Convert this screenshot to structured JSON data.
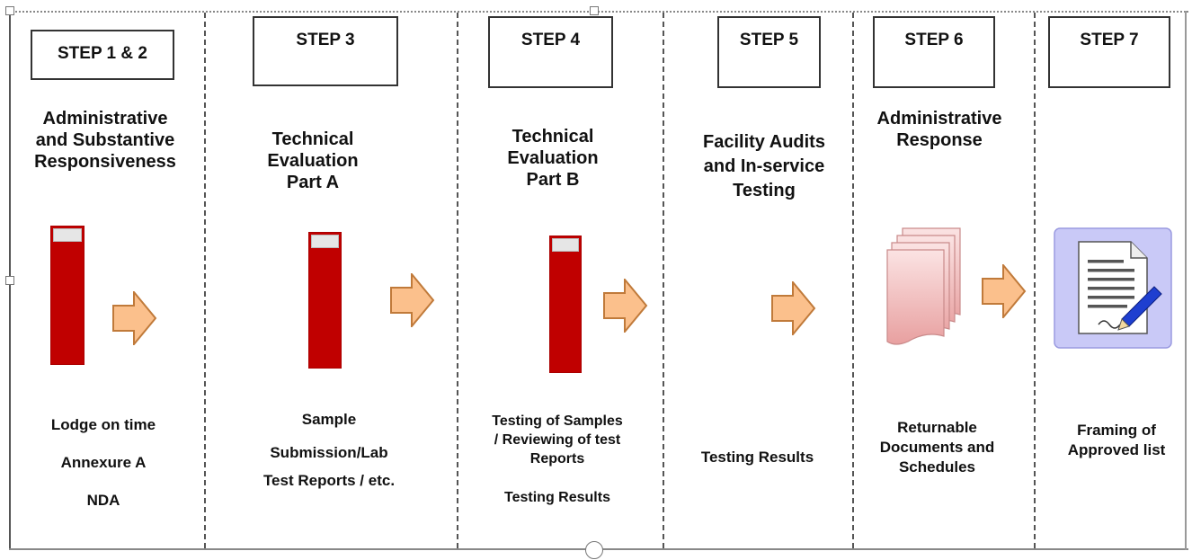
{
  "colors": {
    "tube": "#c00000",
    "arrow_fill": "#fbc08c",
    "arrow_stroke": "#c07a3a",
    "doc_fill": "#f5c6c6",
    "approval_bg": "#c9c9f7"
  },
  "steps": [
    {
      "label": "STEP 1 & 2",
      "title": [
        "Administrative",
        "and Substantive",
        "Responsiveness"
      ],
      "icon": "red-tube-icon",
      "outputs": [
        "Lodge on time",
        "Annexure A",
        "NDA"
      ]
    },
    {
      "label": "STEP 3",
      "title": [
        "Technical",
        "Evaluation",
        "Part A"
      ],
      "icon": "red-tube-icon",
      "outputs": [
        "Sample",
        "Submission/Lab",
        "Test Reports / etc."
      ]
    },
    {
      "label": "STEP 4",
      "title": [
        "Technical",
        "Evaluation",
        "Part B"
      ],
      "icon": "red-tube-icon",
      "outputs": [
        "Testing of Samples",
        "/ Reviewing of test",
        "Reports",
        "Testing Results"
      ]
    },
    {
      "label": "STEP 5",
      "title": [
        "Facility Audits",
        "and In-service",
        "Testing"
      ],
      "icon": "",
      "outputs": [
        "Testing Results"
      ]
    },
    {
      "label": "STEP 6",
      "title": [
        "Administrative",
        "Response"
      ],
      "icon": "document-stack-icon",
      "outputs": [
        "Returnable",
        "Documents and",
        "Schedules"
      ]
    },
    {
      "label": "STEP 7",
      "title": [],
      "icon": "signed-document-icon",
      "outputs": [
        "Framing of",
        "Approved list"
      ]
    }
  ]
}
